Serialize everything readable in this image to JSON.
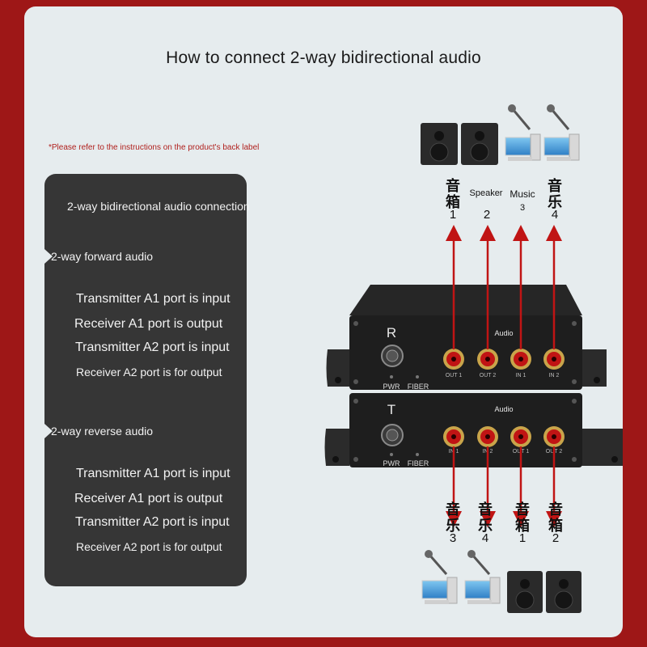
{
  "title": "How to connect 2-way bidirectional audio",
  "note": "*Please refer to the instructions on the product's back label",
  "panel": {
    "heading": "2-way bidirectional audio connection",
    "forward": {
      "label": "2-way forward audio",
      "lines": [
        "Transmitter A1 port is input",
        "Receiver A1 port is output",
        "Transmitter A2 port is input",
        "Receiver A2 port is for output"
      ]
    },
    "reverse": {
      "label": "2-way reverse audio",
      "lines": [
        "Transmitter A1 port is input",
        "Receiver A1 port is output",
        "Transmitter A2 port is input",
        "Receiver A2 port is for output"
      ]
    }
  },
  "top_labels": [
    {
      "text": "音箱",
      "num": "1"
    },
    {
      "text": "Speaker",
      "num": "2"
    },
    {
      "text": "Music",
      "num": "3"
    },
    {
      "text": "音乐",
      "num": "4"
    }
  ],
  "bottom_labels": [
    {
      "text": "音乐",
      "num": "3"
    },
    {
      "text": "音乐",
      "num": "4"
    },
    {
      "text": "音箱",
      "num": "1"
    },
    {
      "text": "音箱",
      "num": "2"
    }
  ],
  "receiver": {
    "letter": "R",
    "audio": "Audio",
    "ports": [
      "OUT 1",
      "OUT 2",
      "IN 1",
      "IN 2"
    ],
    "pwr": "PWR",
    "fiber": "FIBER"
  },
  "transmitter": {
    "letter": "T",
    "audio": "Audio",
    "ports": [
      "IN 1",
      "IN 2",
      "OUT 1",
      "OUT 2"
    ],
    "pwr": "PWR",
    "fiber": "FIBER"
  },
  "colors": {
    "frame": "#9e1717",
    "panel": "#363636",
    "arrow": "#c01414",
    "device": "#1e1e1e"
  },
  "icons": [
    "speaker-icon",
    "speaker-icon",
    "microphone-computer-icon",
    "microphone-computer-icon"
  ]
}
